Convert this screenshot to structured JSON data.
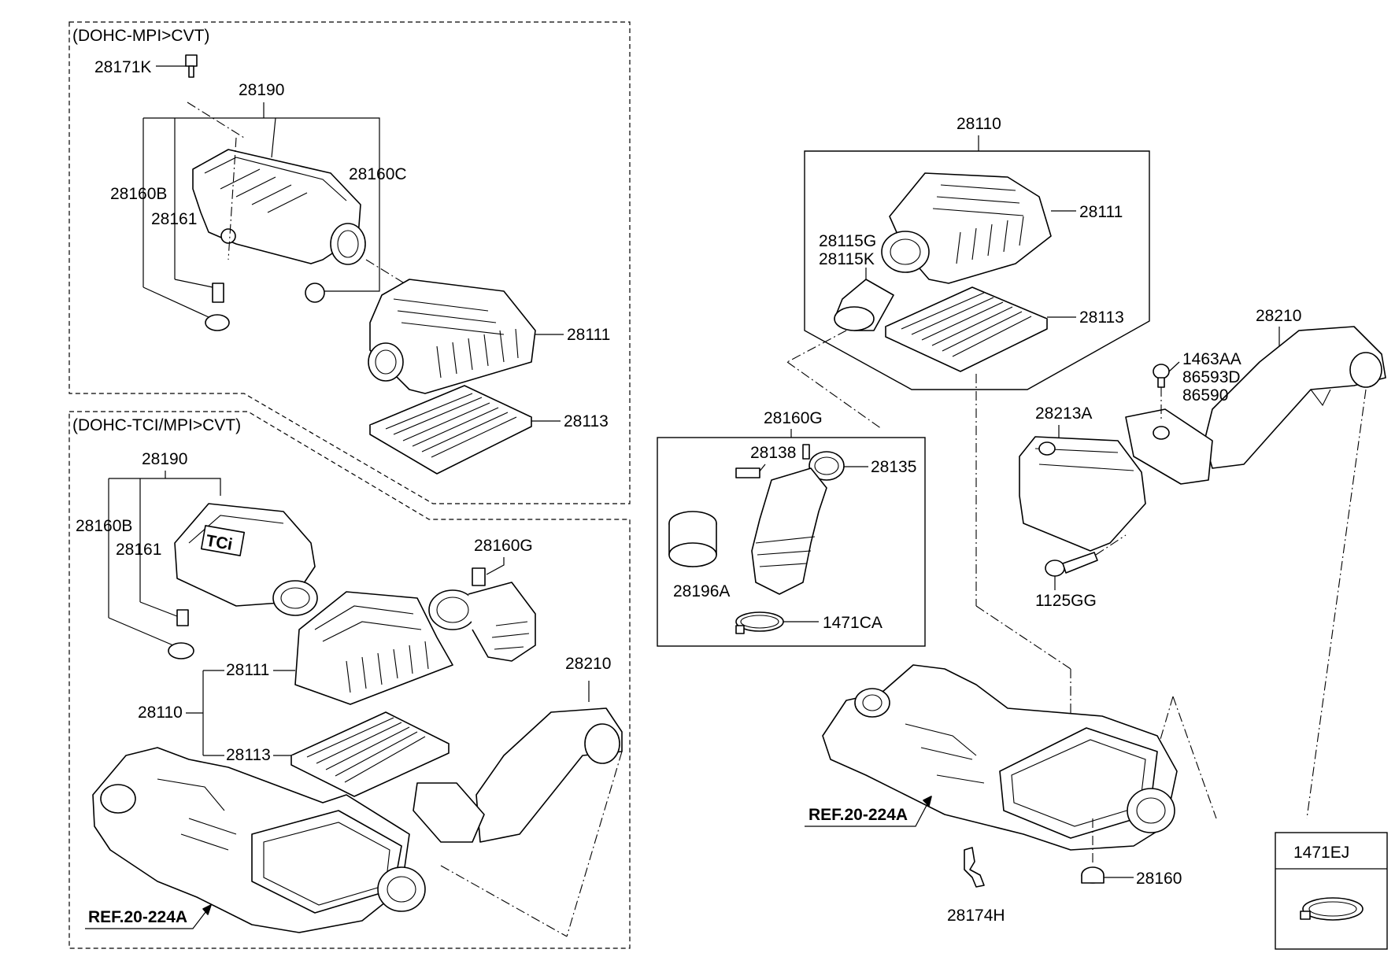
{
  "sections": {
    "mpi_header": "(DOHC-MPI>CVT)",
    "tci_header": "(DOHC-TCI/MPI>CVT)"
  },
  "labels": {
    "mpi": {
      "p28171K": "28171K",
      "p28190": "28190",
      "p28160C": "28160C",
      "p28160B": "28160B",
      "p28161": "28161",
      "p28111": "28111",
      "p28113": "28113"
    },
    "tci": {
      "p28190": "28190",
      "p28160B": "28160B",
      "p28161": "28161",
      "p28160G": "28160G",
      "p28111": "28111",
      "p28110": "28110",
      "p28113": "28113",
      "p28210": "28210",
      "ref": "REF.20-224A"
    },
    "main": {
      "p28110": "28110",
      "p28111": "28111",
      "p28115G": "28115G",
      "p28115K": "28115K",
      "p28113": "28113",
      "p28160G": "28160G",
      "p28138": "28138",
      "p28135": "28135",
      "p28196A": "28196A",
      "p1471CA": "1471CA",
      "p28210": "28210",
      "p1463AA": "1463AA",
      "p86593D": "86593D",
      "p86590": "86590",
      "p28213A": "28213A",
      "p1125GG": "1125GG",
      "ref": "REF.20-224A",
      "p28160": "28160",
      "p28174H": "28174H",
      "p1471EJ": "1471EJ"
    },
    "tci_logo": "TCi"
  }
}
